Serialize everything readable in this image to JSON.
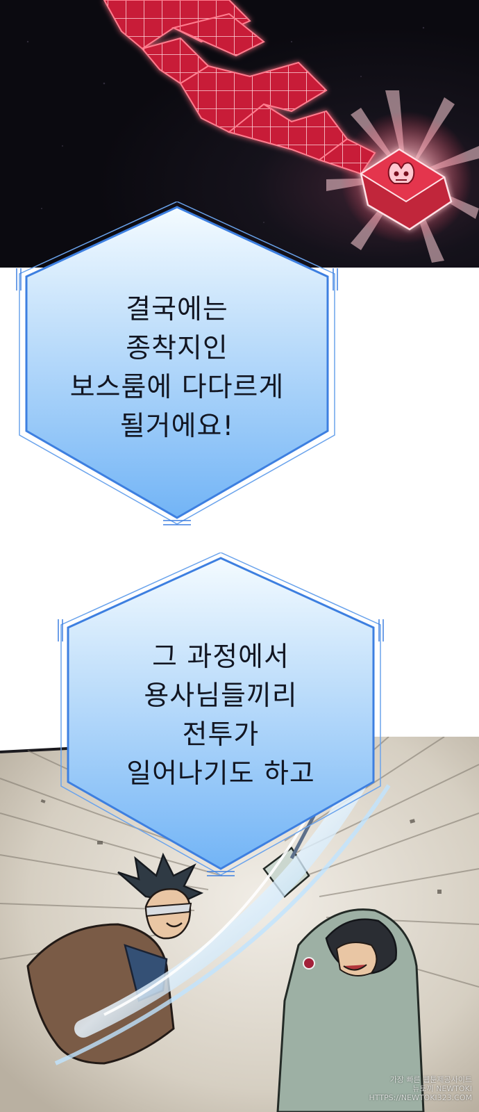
{
  "panels": [
    {
      "name": "boss-room-path",
      "scene": "glowing-red-grid-path-on-dark-background",
      "colors": {
        "background": "#0d0c14",
        "glow": "#ff3d5a",
        "block": "#d2283e"
      },
      "icons": [
        "demon-skull-icon"
      ]
    },
    {
      "name": "fight-scene",
      "scene": "two-adventurers-clashing-with-speed-lines",
      "colors": {
        "background": "#d8d2c6",
        "speed_lines": "#7e776c",
        "slash": "#cfe9ff"
      }
    }
  ],
  "bubbles": [
    {
      "name": "bubble-boss-room",
      "lines": [
        "결국에는",
        "종착지인",
        "보스룸에 다다르게",
        "될거에요!"
      ]
    },
    {
      "name": "bubble-fight",
      "lines": [
        "그 과정에서",
        "용사님들끼리",
        "전투가",
        "일어나기도 하고"
      ]
    }
  ],
  "bubble_colors": {
    "top": "#f4fbff",
    "bottom": "#72b4f6",
    "border": "#3d7fe0"
  },
  "watermark": {
    "lines": [
      "가장 빠른 웹툰제공사이트",
      "뉴토끼 NEWTOKI",
      "HTTPS://NEWTOKI323.COM"
    ]
  }
}
